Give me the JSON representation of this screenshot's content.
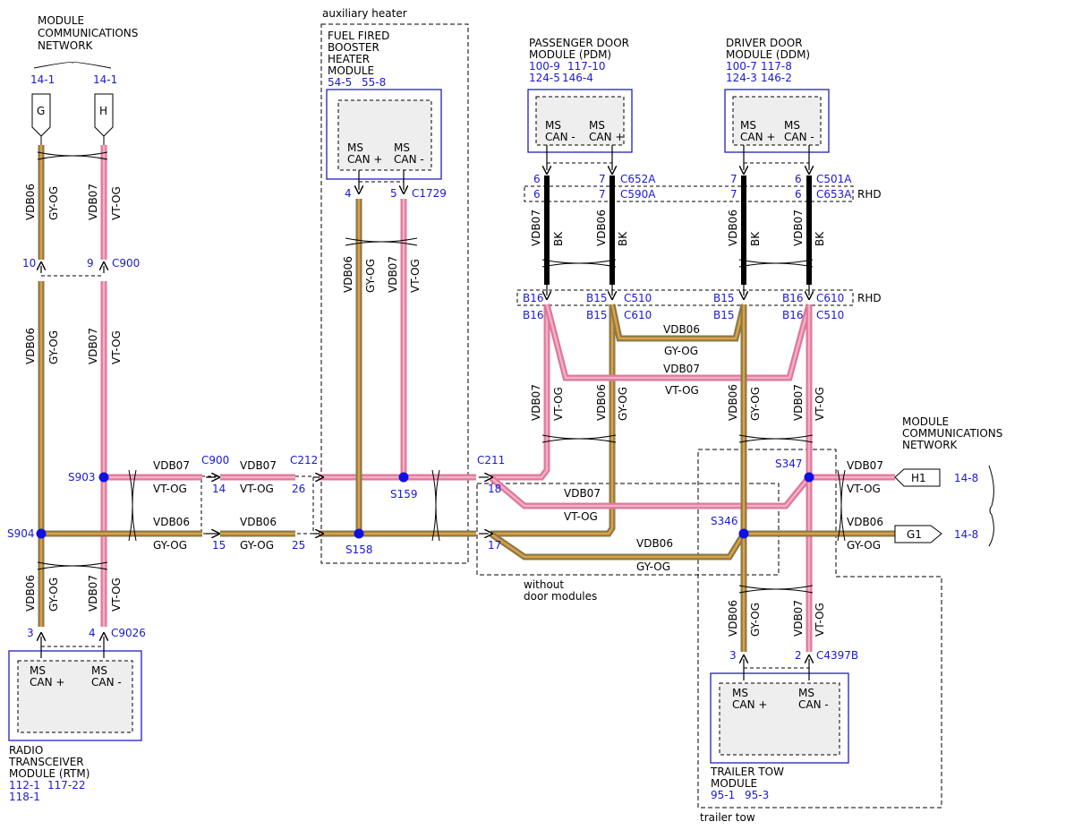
{
  "colors": {
    "gy_og_wire": "#8a7a4a",
    "gy_og_stripe": "#e0a040",
    "vt_og_wire": "#f4a0b8",
    "vt_og_stripe": "#f0b0c8",
    "bk_wire": "#000000",
    "ref_blue": "#1a1ad6",
    "splice": "#1010e0",
    "module_border": "#2020c0",
    "module_fill": "#eeeeee"
  },
  "top_left": {
    "title": [
      "MODULE",
      "COMMUNICATIONS",
      "NETWORK"
    ],
    "ref_g": "14-1",
    "ref_h": "14-1",
    "flag_g": "G",
    "flag_h": "H"
  },
  "right_network": {
    "title": [
      "MODULE",
      "COMMUNICATIONS",
      "NETWORK"
    ],
    "ref_h1": "14-8",
    "ref_g1": "14-8",
    "flag_h1": "H1",
    "flag_g1": "G1"
  },
  "aux_heater": {
    "group_label": "auxiliary heater",
    "module_name": [
      "FUEL FIRED",
      "BOOSTER",
      "HEATER",
      "MODULE"
    ],
    "refs": [
      "54-5",
      "55-8"
    ],
    "pin_plus": "MS\nCAN +",
    "pin_minus": "MS\nCAN -",
    "pin4": "4",
    "pin5": "5",
    "connector": "C1729",
    "splice_a": "S159",
    "splice_b": "S158"
  },
  "pdm": {
    "module_name": [
      "PASSENGER DOOR",
      "MODULE (PDM)"
    ],
    "refs": [
      "100-9",
      "117-10",
      "124-5",
      "146-4"
    ],
    "connector_a": "C652A",
    "connector_b": "C590A",
    "pin6": "6",
    "pin7": "7"
  },
  "ddm": {
    "module_name": [
      "DRIVER DOOR",
      "MODULE (DDM)"
    ],
    "refs": [
      "100-7",
      "117-8",
      "124-3",
      "146-2"
    ],
    "connector_a": "C501A",
    "connector_b": "C653A",
    "pin7": "7",
    "pin6": "6"
  },
  "rhd": "RHD",
  "rtm": {
    "module_name": [
      "RADIO",
      "TRANSCEIVER",
      "MODULE (RTM)"
    ],
    "refs": [
      "112-1",
      "117-22",
      "118-1"
    ],
    "connector": "C9026",
    "pin3": "3",
    "pin4": "4"
  },
  "ttm": {
    "module_name": [
      "TRAILER TOW",
      "MODULE"
    ],
    "refs": [
      "95-1",
      "95-3"
    ],
    "group_label": "trailer tow",
    "connector": "C4397B",
    "pin3": "3",
    "pin2": "2"
  },
  "wires": {
    "vdb06": "VDB06",
    "vdb07": "VDB07",
    "gy_og": "GY-OG",
    "vt_og": "VT-OG",
    "bk": "BK"
  },
  "connectors": {
    "c900": "C900",
    "c212": "C212",
    "c211": "C211",
    "c510": "C510",
    "c610": "C610",
    "b15": "B15",
    "b16": "B16",
    "pin10": "10",
    "pin9": "9",
    "pin14": "14",
    "pin15": "15",
    "pin26": "26",
    "pin25": "25",
    "pin18": "18",
    "pin17": "17"
  },
  "splices": {
    "s903": "S903",
    "s904": "S904",
    "s346": "S346",
    "s347": "S347"
  },
  "without_door": [
    "without",
    "door modules"
  ],
  "module_pins": {
    "ms": "MS",
    "can_plus": "CAN +",
    "can_minus": "CAN -"
  }
}
